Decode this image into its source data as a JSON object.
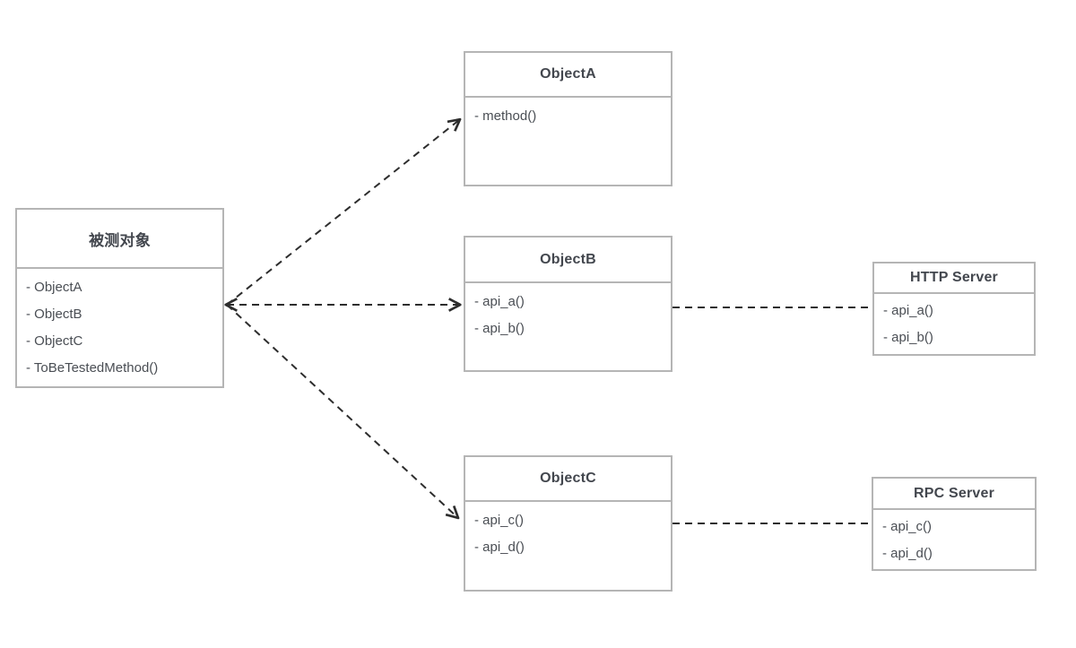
{
  "diagram": {
    "type": "uml-dependency-diagram",
    "background_color": "#ffffff",
    "box_border_color": "#b5b5b5",
    "title_text_color": "#43474e",
    "member_text_color": "#4a4e54",
    "connector_color": "#2d2d2d",
    "connector_style": "dashed"
  },
  "boxes": {
    "tested_object": {
      "title": "被测对象",
      "items": [
        "- ObjectA",
        "- ObjectB",
        "- ObjectC",
        "- ToBeTestedMethod()"
      ]
    },
    "object_a": {
      "title": "ObjectA",
      "items": [
        "- method()"
      ]
    },
    "object_b": {
      "title": "ObjectB",
      "items": [
        "- api_a()",
        "- api_b()"
      ]
    },
    "object_c": {
      "title": "ObjectC",
      "items": [
        "- api_c()",
        "- api_d()"
      ]
    },
    "http_server": {
      "title": "HTTP Server",
      "items": [
        "- api_a()",
        "- api_b()"
      ]
    },
    "rpc_server": {
      "title": "RPC Server",
      "items": [
        "- api_c()",
        "- api_d()"
      ]
    }
  },
  "edges": [
    {
      "from": "tested_object",
      "to": "object_a",
      "style": "dashed",
      "arrowheads": [
        "end"
      ]
    },
    {
      "from": "tested_object",
      "to": "object_b",
      "style": "dashed",
      "arrowheads": [
        "start",
        "end"
      ]
    },
    {
      "from": "tested_object",
      "to": "object_c",
      "style": "dashed",
      "arrowheads": [
        "end"
      ]
    },
    {
      "from": "object_b",
      "to": "http_server",
      "style": "dashed",
      "arrowheads": []
    },
    {
      "from": "object_c",
      "to": "rpc_server",
      "style": "dashed",
      "arrowheads": []
    }
  ]
}
